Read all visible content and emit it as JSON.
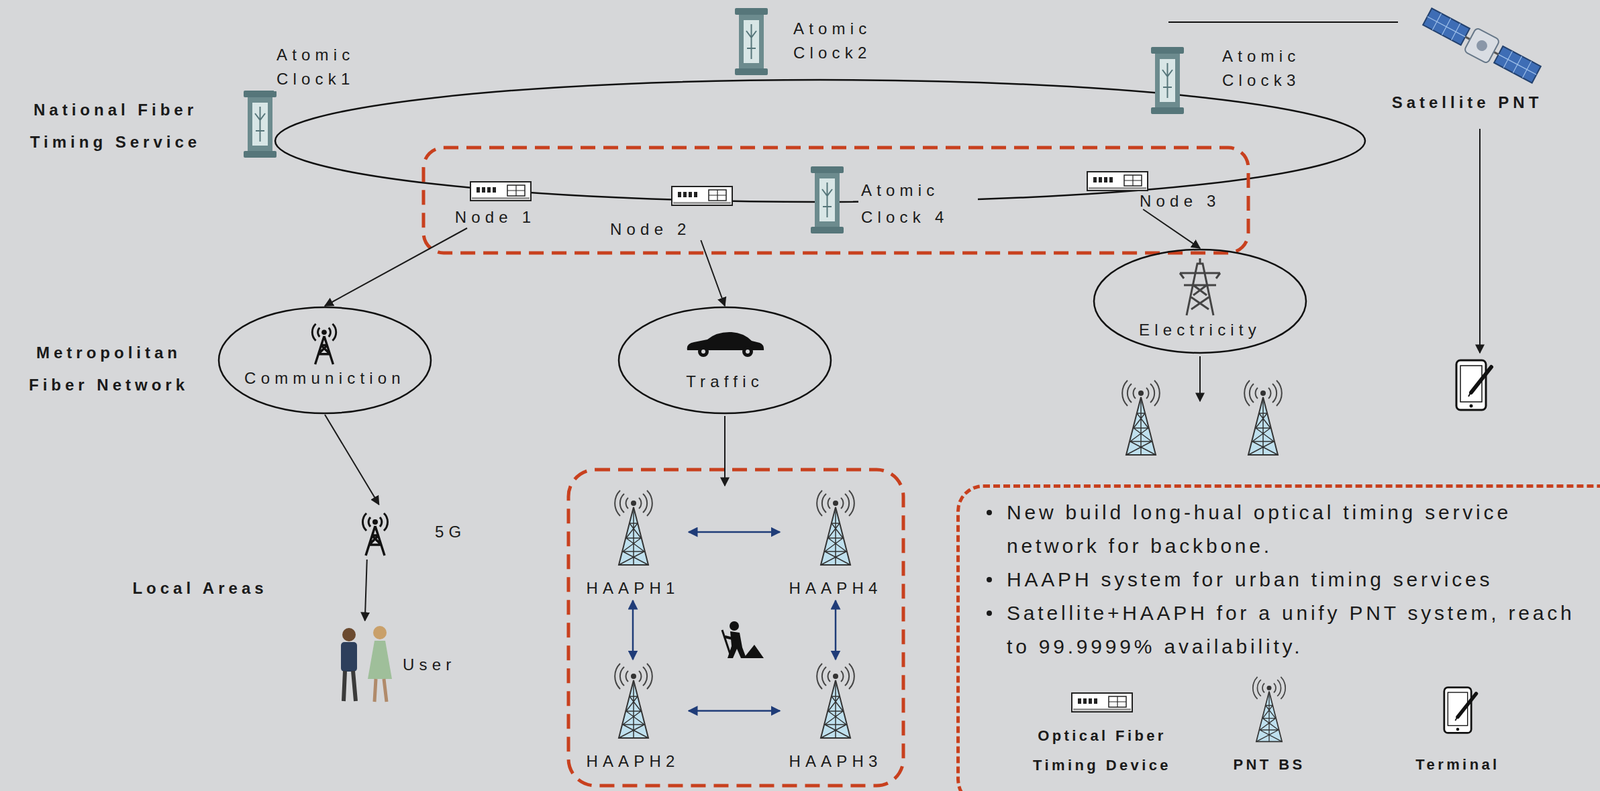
{
  "diagram": {
    "nodes": [
      {
        "text": [
          "Satellite PNT"
        ]
      },
      {
        "text": [
          "Node 1"
        ]
      },
      {
        "text": [
          "Node 2"
        ]
      },
      {
        "text": [
          "Node 3"
        ]
      },
      {
        "text": [
          "Communiction"
        ]
      },
      {
        "text": [
          "Traffic"
        ]
      },
      {
        "text": [
          "Electricity"
        ]
      },
      {
        "text": [
          "5G"
        ]
      },
      {
        "text": [
          "User"
        ]
      },
      {
        "text": [
          "HAAPH1"
        ]
      },
      {
        "text": [
          "HAAPH4"
        ]
      },
      {
        "text": [
          "HAAPH2"
        ]
      },
      {
        "text": [
          "HAAPH3"
        ]
      },
      {
        "text": [
          "New build long-hual optical timing service network for backbone.",
          "HAAPH system for urban timing services",
          "Satellite+HAAPH for a unify PNT system, reach to 99.9999% availability."
        ]
      }
    ],
    "edges": [
      {
        "from": 1,
        "to": 4,
        "arrow": "to"
      },
      {
        "from": 2,
        "to": 5,
        "arrow": "to"
      },
      {
        "from": 3,
        "to": 6,
        "arrow": "to"
      },
      {
        "from": 4,
        "to": 7,
        "arrow": "to"
      },
      {
        "from": 7,
        "to": 8,
        "arrow": "to"
      },
      {
        "from": 9,
        "to": 10,
        "arrow": "both"
      },
      {
        "from": 9,
        "to": 11,
        "arrow": "both"
      },
      {
        "from": 10,
        "to": 12,
        "arrow": "both"
      },
      {
        "from": 11,
        "to": 12,
        "arrow": "both"
      }
    ],
    "labels": [
      "National Fiber Timing Service",
      "Atomic Clock1",
      "Atomic Clock2",
      "Atomic Clock3",
      "Atomic Clock 4",
      "Metropolitan Fiber Network",
      "Local Areas"
    ],
    "legend": [
      {
        "text": "Optical Fiber Timing Device"
      },
      {
        "text": "PNT BS"
      },
      {
        "text": "Terminal"
      }
    ]
  }
}
